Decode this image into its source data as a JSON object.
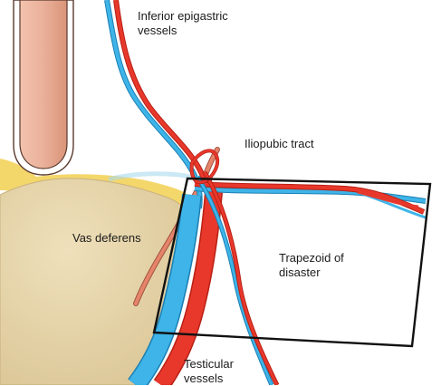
{
  "labels": {
    "inferior_epigastric": [
      "Inferior epigastric",
      "vessels"
    ],
    "iliopubic_tract": "Iliopubic tract",
    "vas_deferens": "Vas deferens",
    "trapezoid": [
      "Trapezoid of",
      "disaster"
    ],
    "testicular": [
      "Testicular",
      "vessels"
    ]
  },
  "colors": {
    "artery": "#e8382b",
    "artery_outline": "#b82015",
    "vein": "#3eb4e8",
    "vein_outline": "#1b7fb3",
    "tissue_tan": "#e2cfa0",
    "tissue_yellow": "#f4d76a",
    "cord_fill": "#e9aa8f",
    "cord_outline": "#5a3a2e",
    "vas_thin": "#e5846a",
    "trapezoid_line": "#111111"
  }
}
